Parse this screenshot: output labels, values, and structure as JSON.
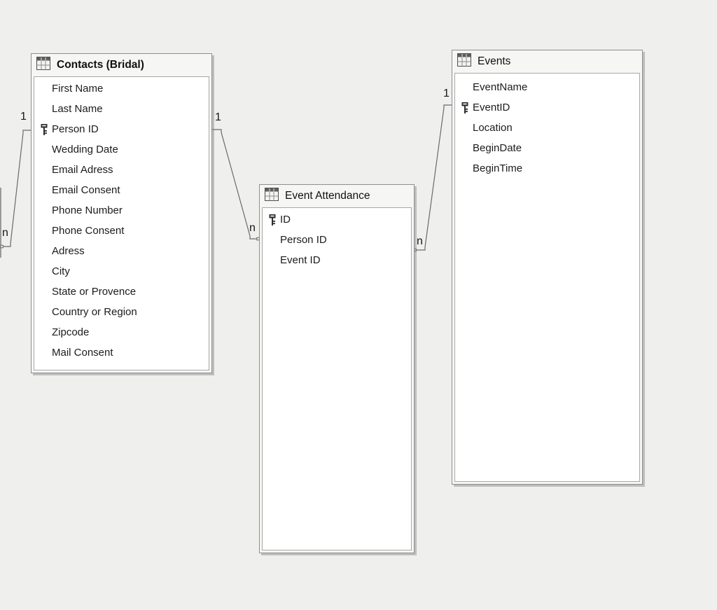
{
  "canvas": {
    "background": "#efefee",
    "line_color": "#6a6a6a",
    "label_color": "#16161c"
  },
  "icons": {
    "table_icon": "table-grid",
    "key_icon": "primary-key"
  },
  "tables": [
    {
      "title": "Contacts (Bridal)",
      "fields": [
        {
          "name": "First Name",
          "key": false
        },
        {
          "name": "Last Name",
          "key": false
        },
        {
          "name": "Person ID",
          "key": true
        },
        {
          "name": "Wedding Date",
          "key": false
        },
        {
          "name": "Email Adress",
          "key": false
        },
        {
          "name": "Email Consent",
          "key": false
        },
        {
          "name": "Phone Number",
          "key": false
        },
        {
          "name": "Phone Consent",
          "key": false
        },
        {
          "name": "Adress",
          "key": false
        },
        {
          "name": "City",
          "key": false
        },
        {
          "name": "State or Provence",
          "key": false
        },
        {
          "name": "Country or Region",
          "key": false
        },
        {
          "name": "Zipcode",
          "key": false
        },
        {
          "name": "Mail Consent",
          "key": false
        }
      ]
    },
    {
      "title": "Event Attendance",
      "fields": [
        {
          "name": "ID",
          "key": true
        },
        {
          "name": "Person ID",
          "key": false
        },
        {
          "name": "Event ID",
          "key": false
        }
      ]
    },
    {
      "title": "Events",
      "fields": [
        {
          "name": "EventName",
          "key": false
        },
        {
          "name": "EventID",
          "key": true
        },
        {
          "name": "Location",
          "key": false
        },
        {
          "name": "BeginDate",
          "key": false
        },
        {
          "name": "BeginTime",
          "key": false
        }
      ]
    }
  ],
  "relationships": [
    {
      "from": "offscreen table",
      "from_card": "n",
      "to": "Contacts (Bridal)",
      "to_card": "1"
    },
    {
      "from": "Contacts (Bridal)",
      "from_card": "1",
      "to": "Event Attendance",
      "to_card": "n"
    },
    {
      "from": "Events",
      "from_card": "1",
      "to": "Event Attendance",
      "to_card": "n"
    }
  ]
}
